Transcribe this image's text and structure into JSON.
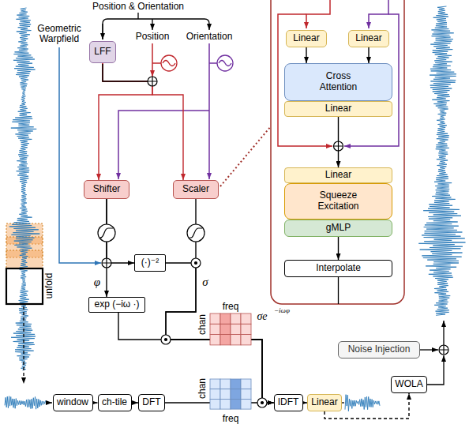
{
  "diagram": {
    "nodes": [
      {
        "text": [
          "LFF"
        ]
      },
      {
        "text": [
          "Shifter"
        ]
      },
      {
        "text": [
          "Scaler"
        ]
      },
      {
        "text": [
          "(·)⁻²"
        ]
      },
      {
        "text": [
          "exp (−iω ·)"
        ]
      },
      {
        "text": [
          "window"
        ]
      },
      {
        "text": [
          "ch-tile"
        ]
      },
      {
        "text": [
          "DFT"
        ]
      },
      {
        "text": [
          "IDFT"
        ]
      },
      {
        "text": [
          "Linear"
        ]
      },
      {
        "text": [
          "Noise Injection"
        ]
      },
      {
        "text": [
          "WOLA"
        ]
      },
      {
        "text": [
          "Linear"
        ]
      },
      {
        "text": [
          "Linear"
        ]
      },
      {
        "text": [
          "Cross Attention"
        ]
      },
      {
        "text": [
          "Linear"
        ]
      },
      {
        "text": [
          "Linear"
        ]
      },
      {
        "text": [
          "Squeeze Excitation"
        ]
      },
      {
        "text": [
          "gMLP"
        ]
      },
      {
        "text": [
          "Interpolate"
        ]
      }
    ],
    "edges": [
      {
        "from": 0,
        "to": 1,
        "arrow": "to"
      },
      {
        "from": 0,
        "to": 2,
        "arrow": "to"
      },
      {
        "from": 1,
        "to": 3,
        "arrow": "to"
      },
      {
        "from": 1,
        "to": 4,
        "arrow": "to"
      },
      {
        "from": 3,
        "to": 8,
        "arrow": "to"
      },
      {
        "from": 2,
        "to": 8,
        "arrow": "to"
      },
      {
        "from": 4,
        "to": 8,
        "arrow": "to"
      },
      {
        "from": 7,
        "to": 8,
        "arrow": "to"
      },
      {
        "from": 5,
        "to": 6,
        "arrow": "to"
      },
      {
        "from": 6,
        "to": 7,
        "arrow": "to"
      },
      {
        "from": 8,
        "to": 9,
        "arrow": "to"
      },
      {
        "from": 9,
        "to": 11,
        "arrow": "to"
      },
      {
        "from": 12,
        "to": 14,
        "arrow": "to"
      },
      {
        "from": 13,
        "to": 14,
        "arrow": "to"
      },
      {
        "from": 15,
        "to": 16,
        "arrow": "to"
      },
      {
        "from": 18,
        "to": 19,
        "arrow": "to"
      }
    ],
    "labels": [
      "Position & Orientation",
      "Geometric Warpfield",
      "Position",
      "Orientation",
      "φ",
      "σ",
      "freq",
      "chan",
      "σe",
      "−iωφ",
      "chan",
      "freq",
      "unfold"
    ]
  }
}
